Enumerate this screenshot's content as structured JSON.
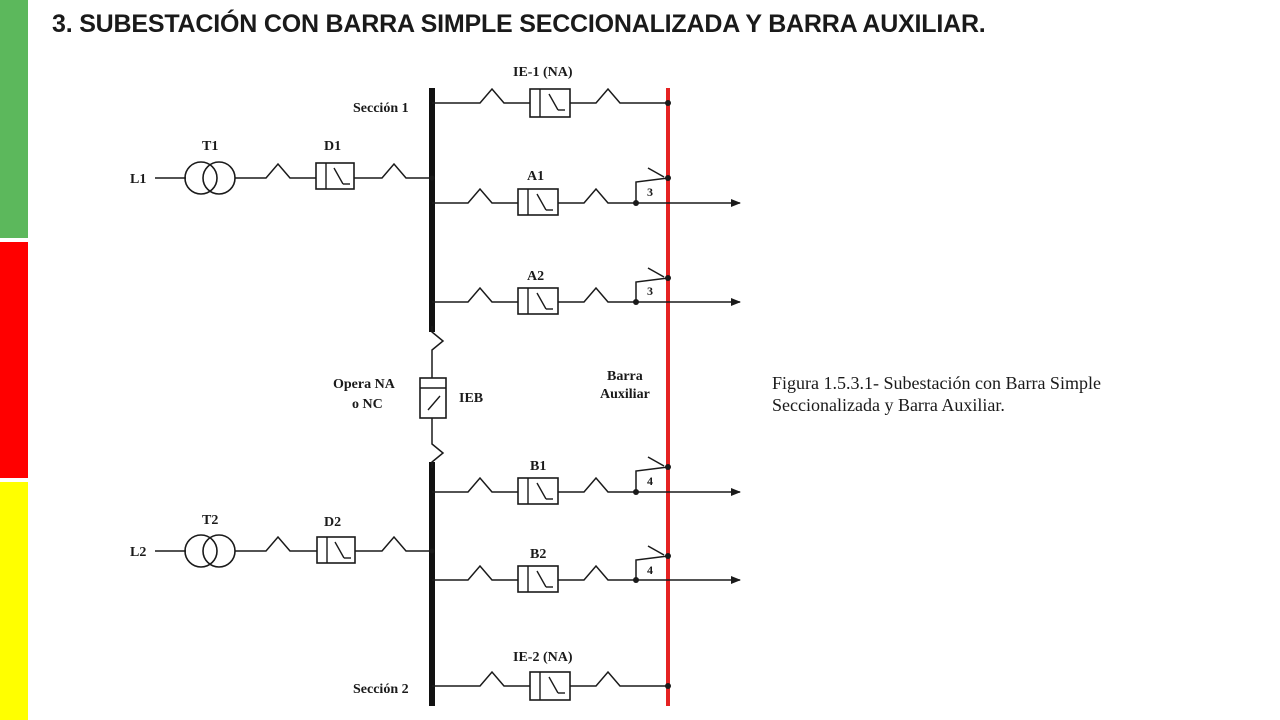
{
  "slide": {
    "title": "3. SUBESTACIÓN CON BARRA SIMPLE SECCIONALIZADA Y BARRA AUXILIAR.",
    "caption_line1": "Figura 1.5.3.1- Subestación con Barra Simple",
    "caption_line2": "Seccionalizada y Barra Auxiliar."
  },
  "colors": {
    "side_green": "#5cb85c",
    "side_red": "#ff0000",
    "side_yellow": "#ffff00",
    "aux_bus": "#e52222",
    "main_bus": "#111111"
  },
  "diagram": {
    "section1_label": "Sección 1",
    "section2_label": "Sección 2",
    "line1_label": "L1",
    "line2_label": "L2",
    "transformer1_label": "T1",
    "transformer2_label": "T2",
    "breaker_d1_label": "D1",
    "breaker_d2_label": "D2",
    "breaker_ie1_label": "IE-1 (NA)",
    "breaker_ie2_label": "IE-2 (NA)",
    "breaker_a1_label": "A1",
    "breaker_a2_label": "A2",
    "breaker_b1_label": "B1",
    "breaker_b2_label": "B2",
    "breaker_ieb_label": "IEB",
    "opera_line1": "Opera NA",
    "opera_line2": "o NC",
    "aux_bus_line1": "Barra",
    "aux_bus_line2": "Auxiliar",
    "switch_a1_number": "3",
    "switch_a2_number": "3",
    "switch_b1_number": "4",
    "switch_b2_number": "4"
  }
}
